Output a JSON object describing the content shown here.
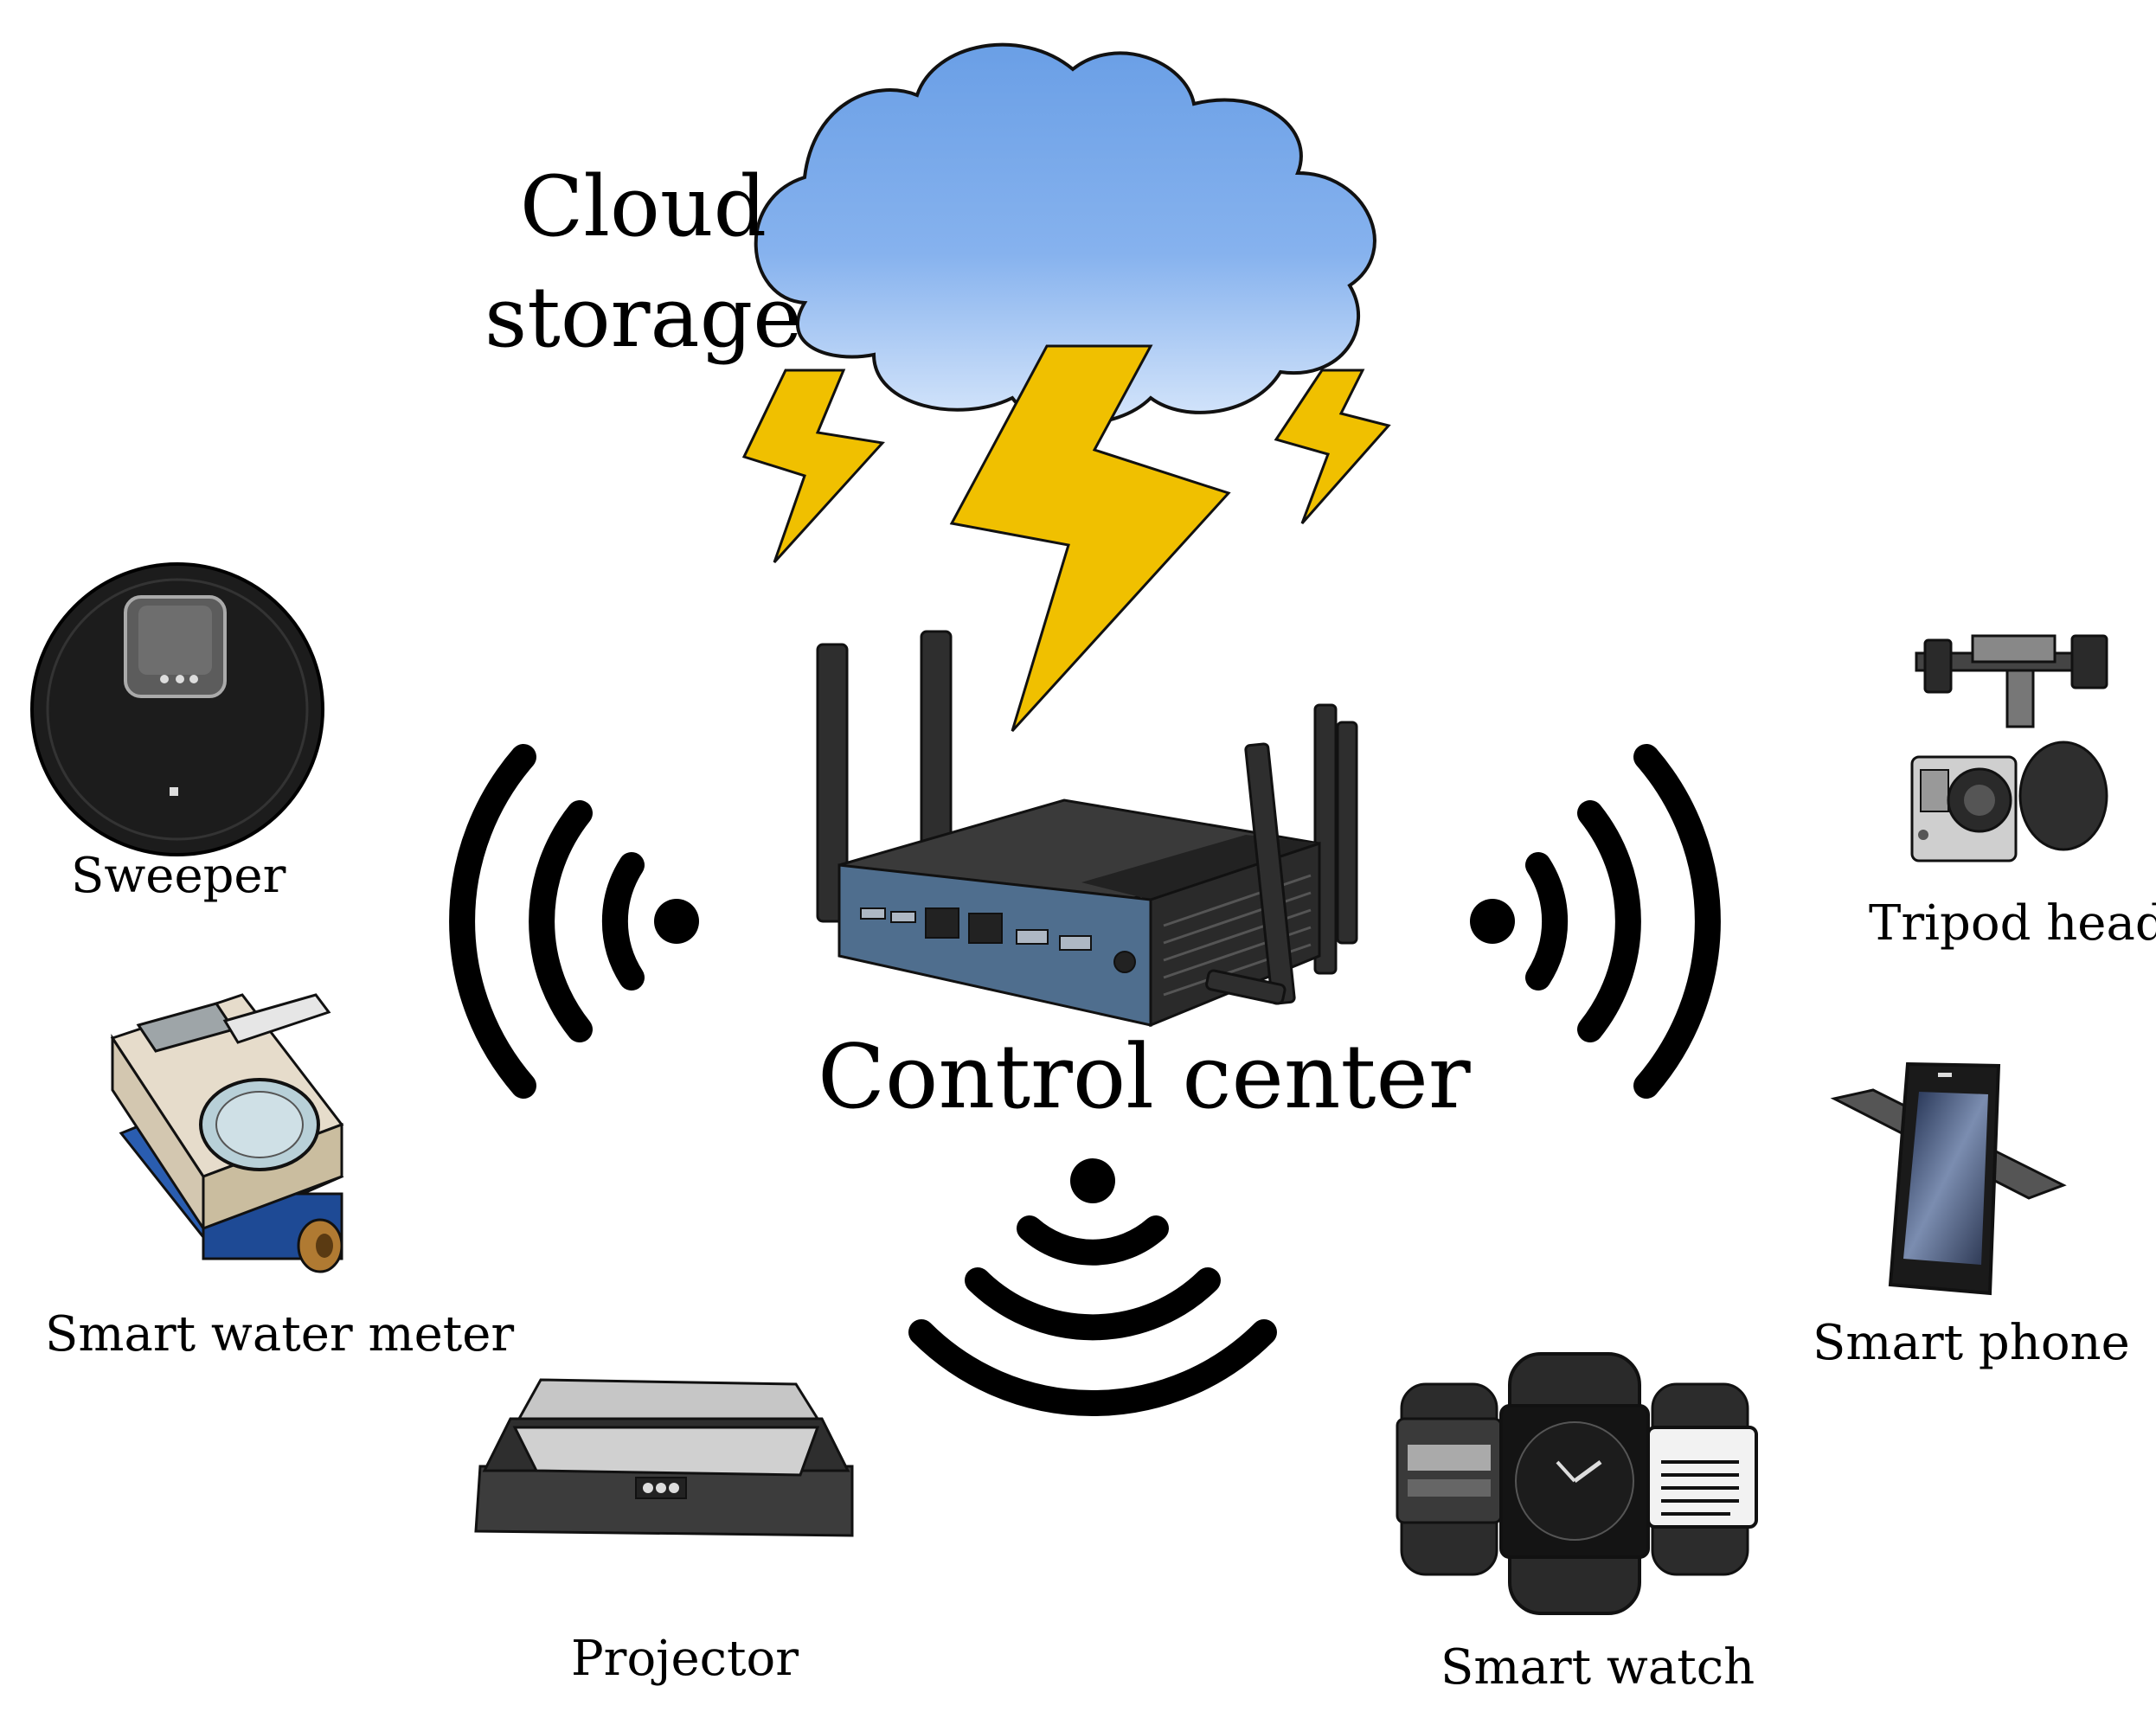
{
  "hub": {
    "cloud_line1": "Cloud",
    "cloud_line2": "storage",
    "control_center": "Control center"
  },
  "devices": {
    "sweeper": "Sweeper",
    "water_meter": "Smart water meter",
    "projector": "Projector",
    "smart_watch": "Smart watch",
    "smart_phone": "Smart phone",
    "tripod_head": "Tripod head"
  },
  "colors": {
    "cloud_top": "#6a9fe6",
    "cloud_bottom": "#cfe0fa",
    "lightning": "#f0c000",
    "router_body": "#2e2e2e",
    "router_panel": "#4f6e8e",
    "water_meter_body": "#e6dccb",
    "water_meter_base": "#2a5db0"
  }
}
